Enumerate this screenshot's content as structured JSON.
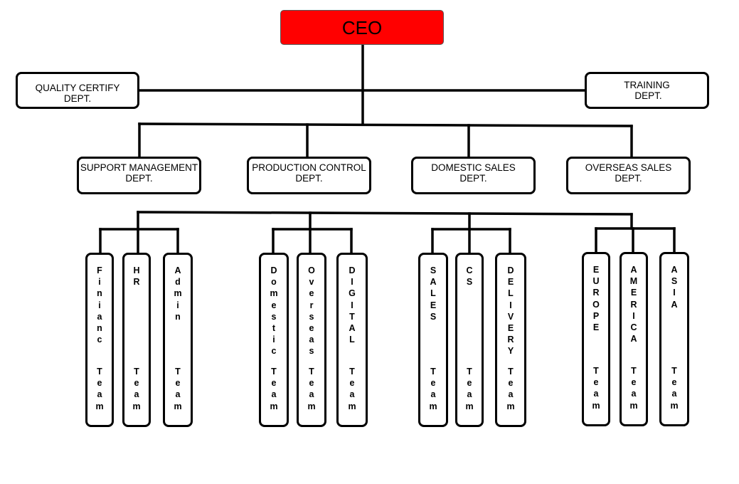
{
  "ceo": {
    "label": "CEO",
    "fill": "#ff0000"
  },
  "staff": {
    "quality": {
      "line1": "QUALITY CERTIFY",
      "line2": "DEPT."
    },
    "training": {
      "line1": "TRAINING",
      "line2": "DEPT."
    }
  },
  "departments": [
    {
      "line1": "SUPPORT MANAGEMENT",
      "line2": "DEPT."
    },
    {
      "line1": "PRODUCTION CONTROL",
      "line2": "DEPT."
    },
    {
      "line1": "DOMESTIC SALES",
      "line2": "DEPT."
    },
    {
      "line1": "OVERSEAS SALES",
      "line2": "DEPT."
    }
  ],
  "teams": [
    {
      "name": "Finianc",
      "suffix": "Team"
    },
    {
      "name": "HR",
      "suffix": "Team"
    },
    {
      "name": "Admin",
      "suffix": "Team"
    },
    {
      "name": "Domestic",
      "suffix": "Team"
    },
    {
      "name": "Overseas",
      "suffix": "Team"
    },
    {
      "name": "DIGITAL",
      "suffix": "Team"
    },
    {
      "name": "SALES",
      "suffix": "Team"
    },
    {
      "name": "CS",
      "suffix": "Team"
    },
    {
      "name": "DELIVERY",
      "suffix": "Team"
    },
    {
      "name": "EUROPE",
      "suffix": "Team"
    },
    {
      "name": "AMERICA",
      "suffix": "Team"
    },
    {
      "name": "ASIA",
      "suffix": "Team"
    }
  ]
}
